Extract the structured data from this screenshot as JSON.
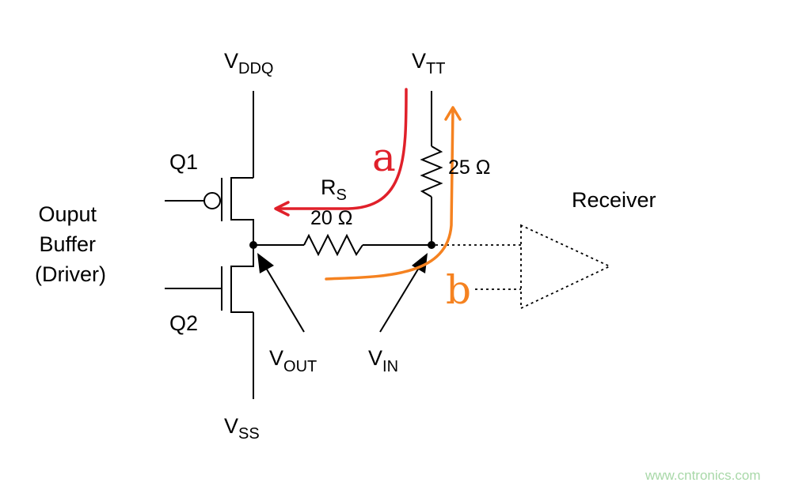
{
  "labels": {
    "vddq": {
      "main": "V",
      "sub": "DDQ"
    },
    "vtt": {
      "main": "V",
      "sub": "TT"
    },
    "vss": {
      "main": "V",
      "sub": "SS"
    },
    "vout": {
      "main": "V",
      "sub": "OUT"
    },
    "vin": {
      "main": "V",
      "sub": "IN"
    },
    "rs": {
      "main": "R",
      "sub": "S"
    },
    "rs_value": "20 Ω",
    "rt_value": "25 Ω",
    "q1": "Q1",
    "q2": "Q2",
    "driver": [
      "Ouput",
      "Buffer",
      "(Driver)"
    ],
    "receiver": "Receiver"
  },
  "paths": {
    "a": {
      "label": "a",
      "color": "#e0202a"
    },
    "b": {
      "label": "b",
      "color": "#f58220"
    }
  },
  "watermark": {
    "text": "www.cntronics.com",
    "color": "#a8d8a8"
  }
}
